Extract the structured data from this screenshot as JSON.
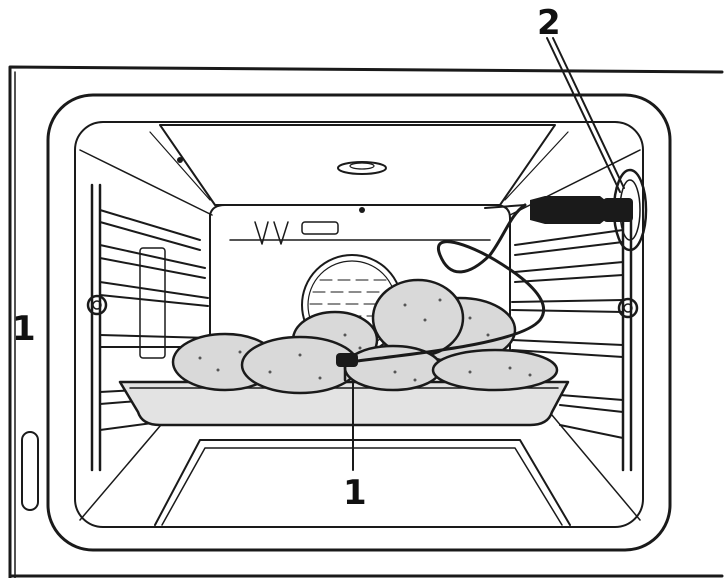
{
  "callouts": {
    "probe_socket": "2",
    "oven_side": "1",
    "probe_tip": "1"
  },
  "colors": {
    "line": "#1a1a1a",
    "food": "#d9d9d9",
    "tray": "#e3e3e3",
    "probe": "#1a1a1a",
    "background": "#ffffff"
  },
  "icons": {
    "fan_cover": "fan-grille-icon",
    "rack_support": "rack-bolt-icon"
  }
}
